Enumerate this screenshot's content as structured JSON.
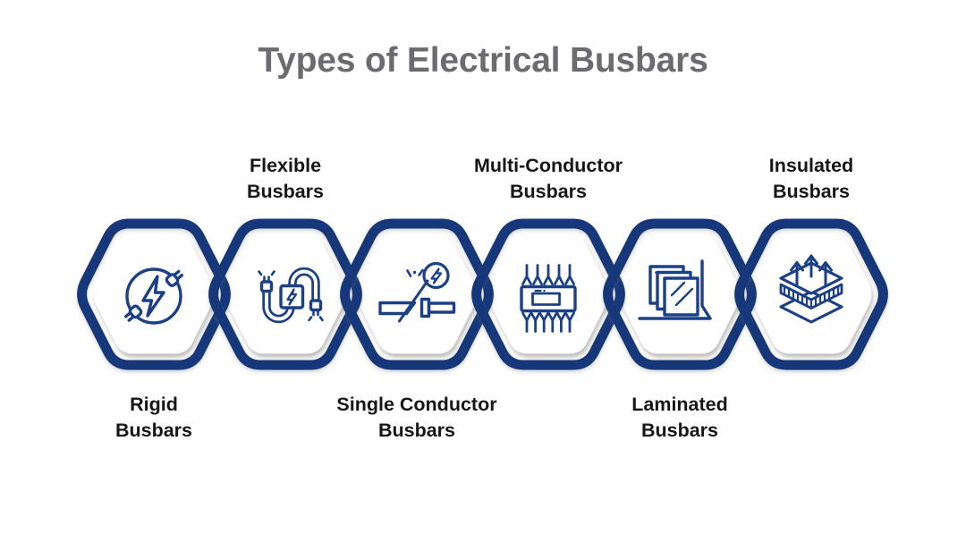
{
  "title": "Types of Electrical Busbars",
  "colors": {
    "hexagon_border": "#15377A",
    "icon_stroke": "#1C4086",
    "title_text": "#6B6C6F",
    "label_text": "#161616",
    "background": "#FFFFFF"
  },
  "items": [
    {
      "name": "rigid-busbars",
      "icon": "rigid-busbar-icon",
      "label_lines": [
        "Rigid",
        "Busbars"
      ],
      "label_position": "below"
    },
    {
      "name": "flexible-busbars",
      "icon": "flexible-busbar-icon",
      "label_lines": [
        "Flexible",
        "Busbars"
      ],
      "label_position": "above"
    },
    {
      "name": "single-conductor-busbars",
      "icon": "single-conductor-busbar-icon",
      "label_lines": [
        "Single Conductor",
        "Busbars"
      ],
      "label_position": "below"
    },
    {
      "name": "multi-conductor-busbars",
      "icon": "multi-conductor-busbar-icon",
      "label_lines": [
        "Multi-Conductor",
        "Busbars"
      ],
      "label_position": "above"
    },
    {
      "name": "laminated-busbars",
      "icon": "laminated-busbar-icon",
      "label_lines": [
        "Laminated",
        "Busbars"
      ],
      "label_position": "below"
    },
    {
      "name": "insulated-busbars",
      "icon": "insulated-busbar-icon",
      "label_lines": [
        "Insulated",
        "Busbars"
      ],
      "label_position": "above"
    }
  ]
}
